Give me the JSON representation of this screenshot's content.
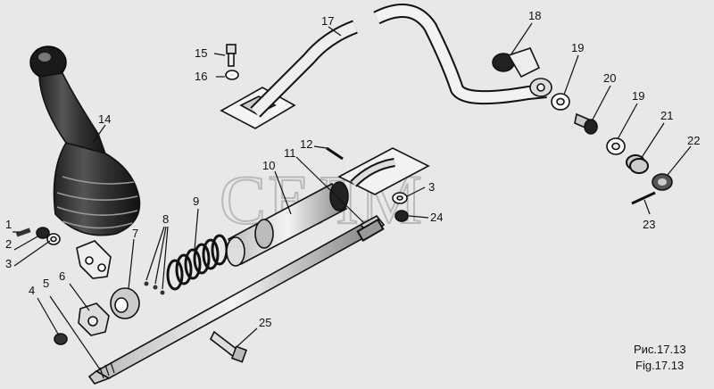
{
  "watermark": "СЕЛМ",
  "caption": {
    "ru": "Рис.17.13",
    "en": "Fig.17.13"
  },
  "callouts": [
    {
      "id": "callout-1",
      "text": "1"
    },
    {
      "id": "callout-2",
      "text": "2"
    },
    {
      "id": "callout-3-left",
      "text": "3"
    },
    {
      "id": "callout-4",
      "text": "4"
    },
    {
      "id": "callout-5",
      "text": "5"
    },
    {
      "id": "callout-6",
      "text": "6"
    },
    {
      "id": "callout-7",
      "text": "7"
    },
    {
      "id": "callout-8",
      "text": "8"
    },
    {
      "id": "callout-9",
      "text": "9"
    },
    {
      "id": "callout-10",
      "text": "10"
    },
    {
      "id": "callout-11",
      "text": "11"
    },
    {
      "id": "callout-12",
      "text": "12"
    },
    {
      "id": "callout-3-right",
      "text": "3"
    },
    {
      "id": "callout-24",
      "text": "24"
    },
    {
      "id": "callout-14",
      "text": "14"
    },
    {
      "id": "callout-15",
      "text": "15"
    },
    {
      "id": "callout-16",
      "text": "16"
    },
    {
      "id": "callout-17",
      "text": "17"
    },
    {
      "id": "callout-18",
      "text": "18"
    },
    {
      "id": "callout-19-top",
      "text": "19"
    },
    {
      "id": "callout-20",
      "text": "20"
    },
    {
      "id": "callout-19-bottom",
      "text": "19"
    },
    {
      "id": "callout-21",
      "text": "21"
    },
    {
      "id": "callout-22",
      "text": "22"
    },
    {
      "id": "callout-23",
      "text": "23"
    },
    {
      "id": "callout-25",
      "text": "25"
    }
  ]
}
